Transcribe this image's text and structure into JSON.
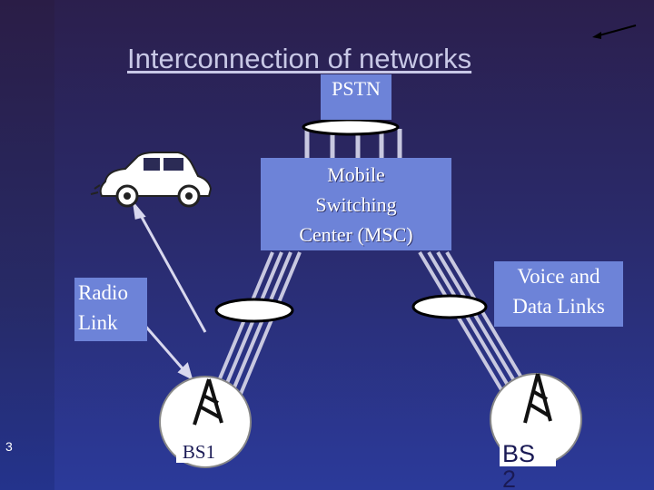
{
  "slide": {
    "title": "Interconnection of networks",
    "page_number": "3"
  },
  "nodes": {
    "pstn": "PSTN",
    "msc_line1": "Mobile",
    "msc_line2": "Switching",
    "msc_line3": "Center (MSC)",
    "radio_line1": "Radio",
    "radio_line2": "Link",
    "voice_line1": "Voice and",
    "voice_line2": "Data Links",
    "bs1": "BS1",
    "bs2": "BS",
    "bs2_wrap": "2"
  },
  "colors": {
    "box_fill": "#6d83d8",
    "text": "#ffffff",
    "background_top": "#2b1f4d",
    "background_bottom": "#2b3a9a"
  },
  "icons": [
    "car-icon",
    "antenna-tower-icon",
    "arrow-icon"
  ]
}
